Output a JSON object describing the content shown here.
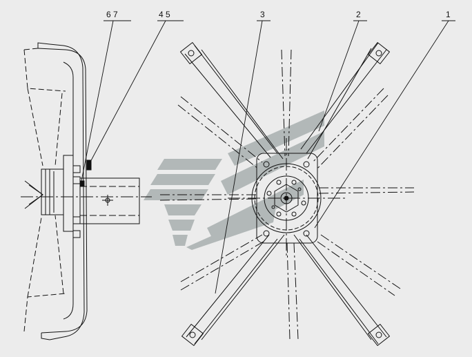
{
  "drawing": {
    "callouts": [
      {
        "id": "c1",
        "label": "1"
      },
      {
        "id": "c2",
        "label": "2"
      },
      {
        "id": "c3",
        "label": "3"
      },
      {
        "id": "c45",
        "label": "4 5"
      },
      {
        "id": "c67",
        "label": "6 7"
      }
    ],
    "colors": {
      "background": "#ececec",
      "line": "#111111",
      "watermark": "#a9b0b0"
    },
    "watermark": {
      "type": "logo",
      "name": "stripe-logo-watermark"
    }
  }
}
